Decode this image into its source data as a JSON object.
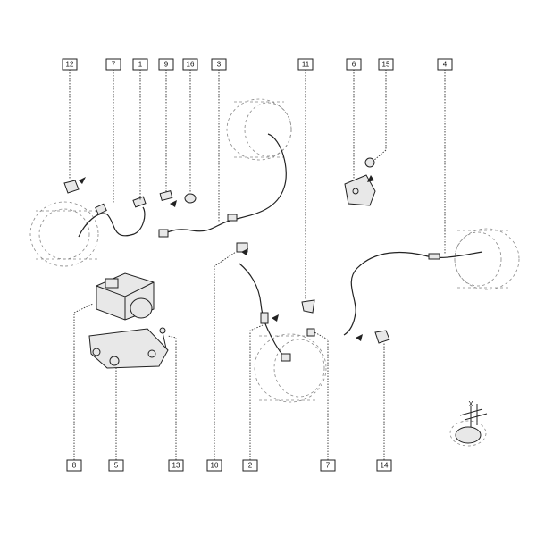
{
  "callouts": {
    "c12": "12",
    "c7a": "7",
    "c1": "1",
    "c9": "9",
    "c16": "16",
    "c3": "3",
    "c11": "11",
    "c6": "6",
    "c15": "15",
    "c4": "4",
    "c8": "8",
    "c5": "5",
    "c13": "13",
    "c10": "10",
    "c2": "2",
    "c7b": "7",
    "c14": "14"
  },
  "detail_label": "X"
}
